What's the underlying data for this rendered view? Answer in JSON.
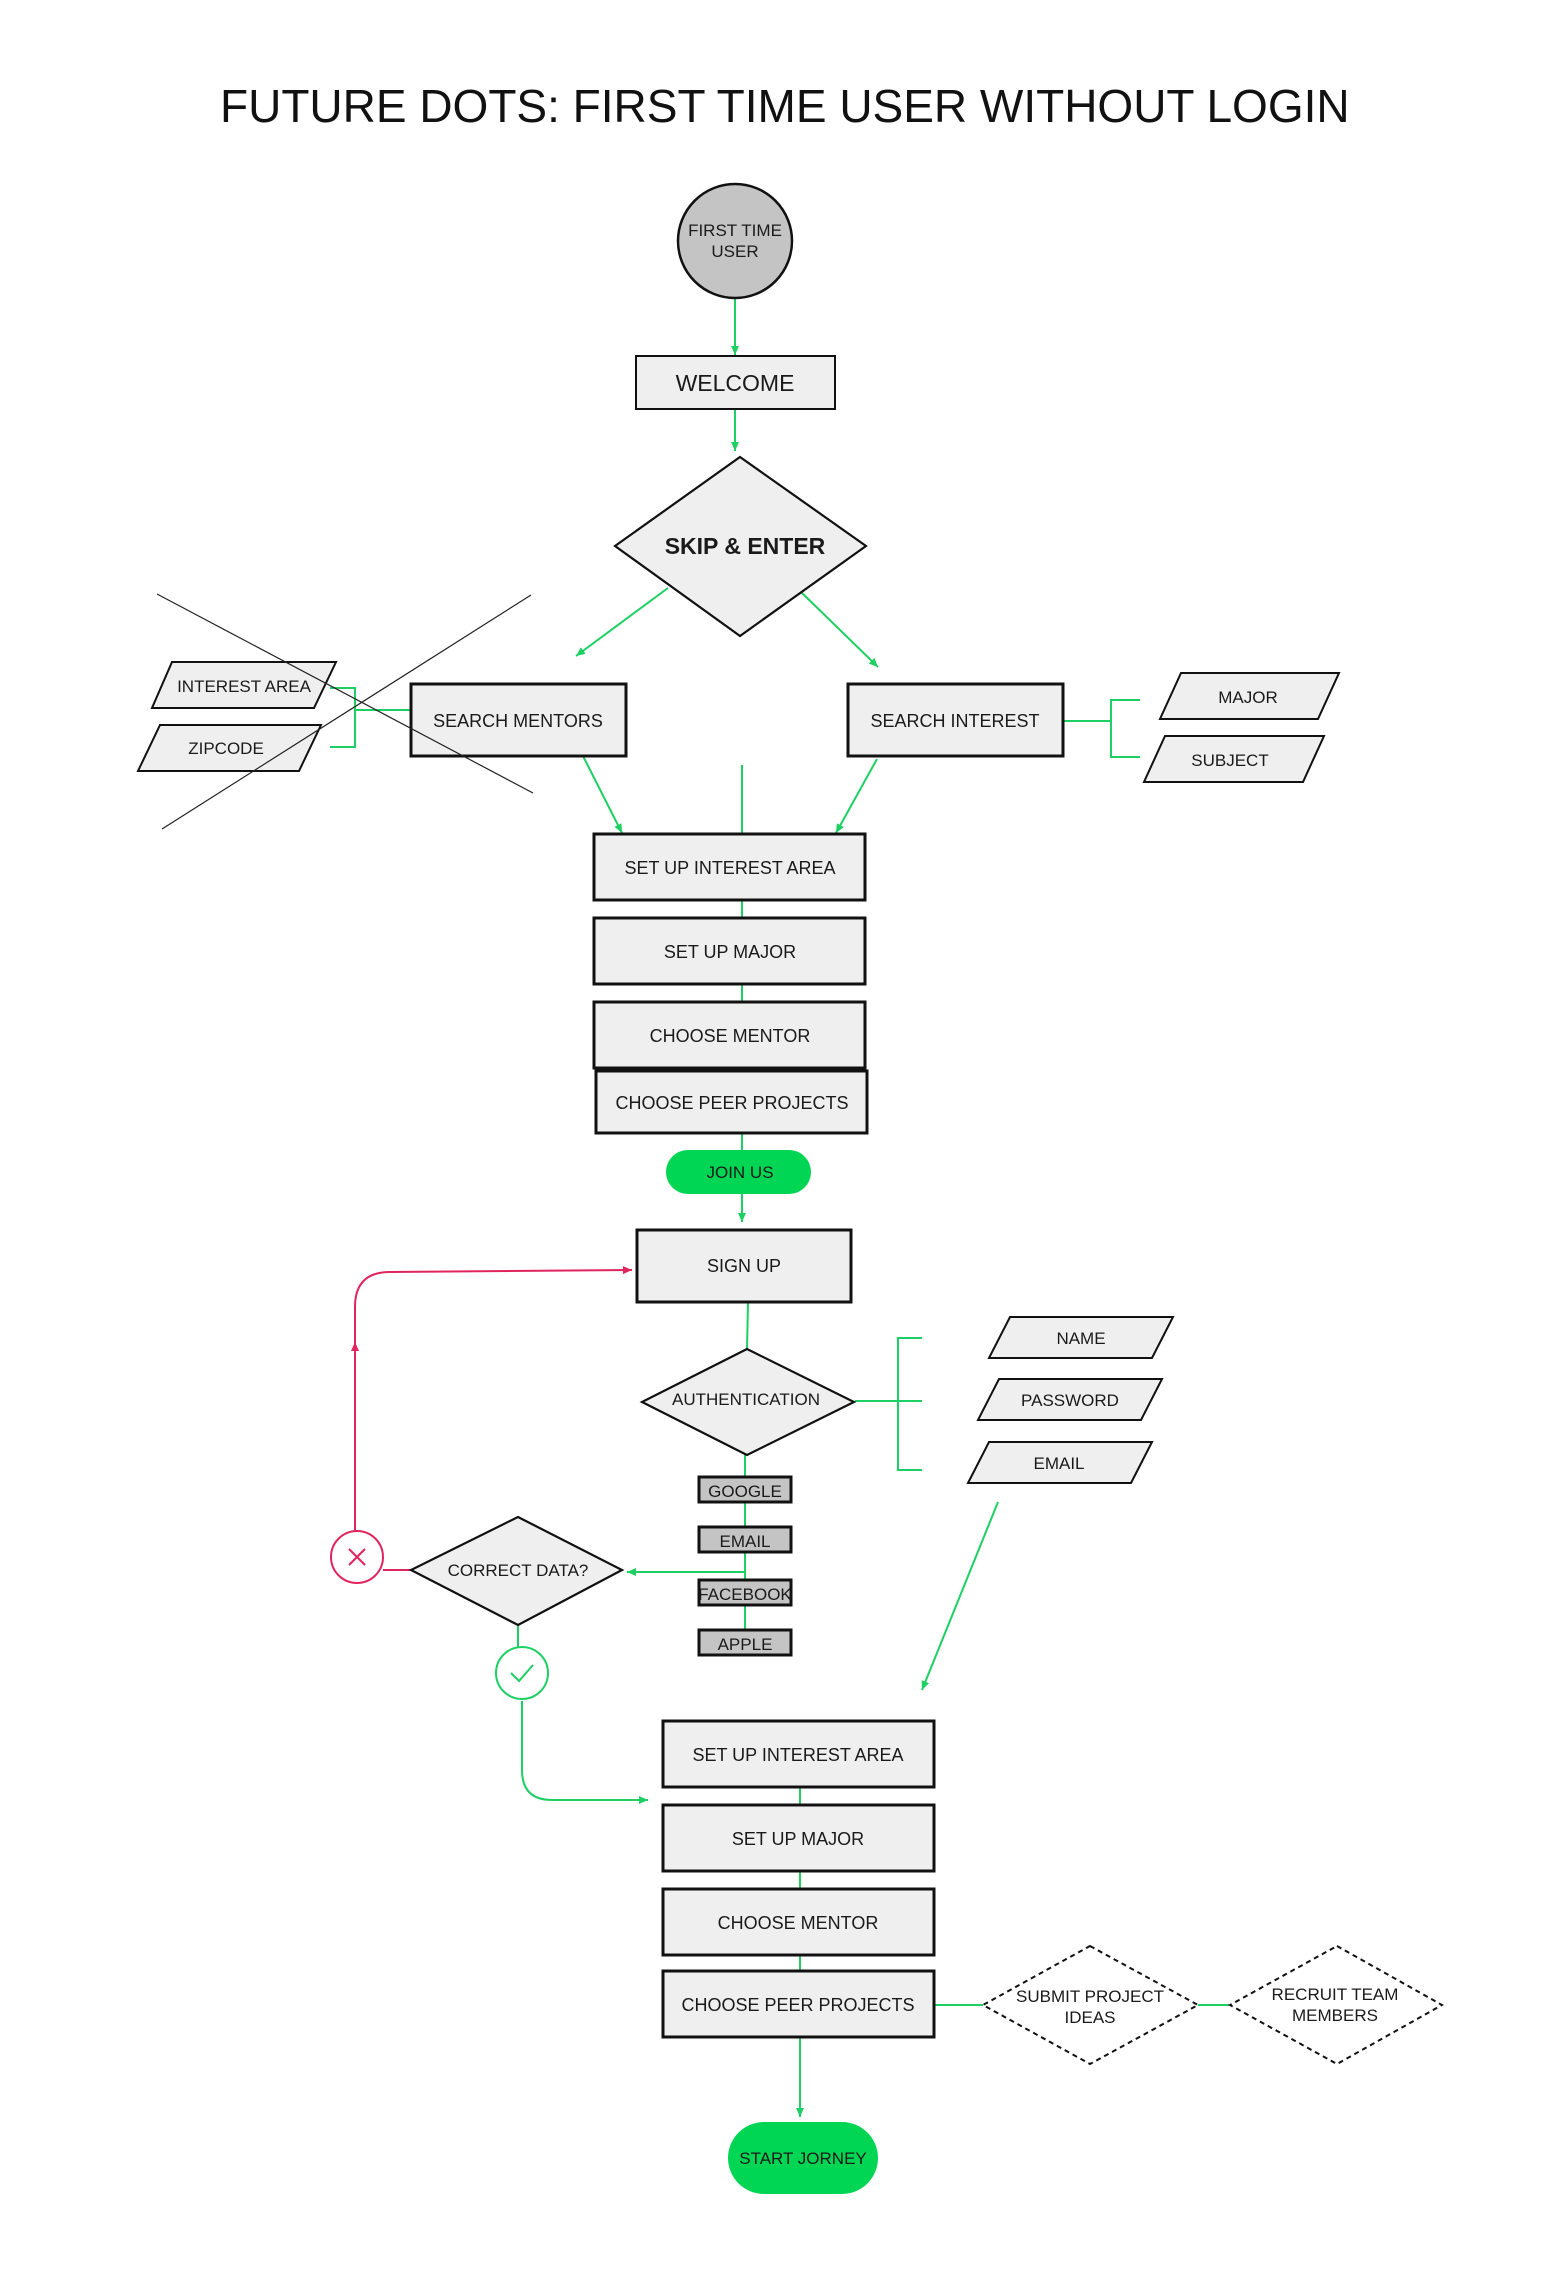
{
  "title": "FUTURE DOTS: FIRST TIME USER WITHOUT LOGIN",
  "colors": {
    "accent_green": "#00d653",
    "connector_green": "#1ed064",
    "error_red": "#e0245e",
    "node_fill": "#efefef",
    "start_fill": "#c4c4c4"
  },
  "nodes": {
    "start": [
      "FIRST TIME",
      "USER"
    ],
    "welcome": "WELCOME",
    "skip": "SKIP & ENTER",
    "search_mentors": "SEARCH MENTORS",
    "search_interest": "SEARCH INTEREST",
    "interest_area": "INTEREST AREA",
    "zipcode": "ZIPCODE",
    "major": "MAJOR",
    "subject": "SUBJECT",
    "set_up_interest_area": "SET UP INTEREST AREA",
    "set_up_major": "SET UP MAJOR",
    "choose_mentor": "CHOOSE MENTOR",
    "choose_peer_projects": "CHOOSE  PEER PROJECTS",
    "join_us": "JOIN US",
    "sign_up": "SIGN UP",
    "authentication": "AUTHENTICATION",
    "name": "NAME",
    "password": "PASSWORD",
    "email_field": "EMAIL",
    "google": "GOOGLE",
    "email_opt": "EMAIL",
    "facebook": "FACEBOOK",
    "apple": "APPLE",
    "correct_data": "CORRECT DATA?",
    "submit_ideas": [
      "SUBMIT PROJECT",
      "IDEAS"
    ],
    "recruit": [
      "RECRUIT TEAM",
      "MEMBERS"
    ],
    "start_journey": "START JORNEY"
  },
  "icons": {
    "reject": "x-circle-icon",
    "accept": "check-circle-icon"
  }
}
